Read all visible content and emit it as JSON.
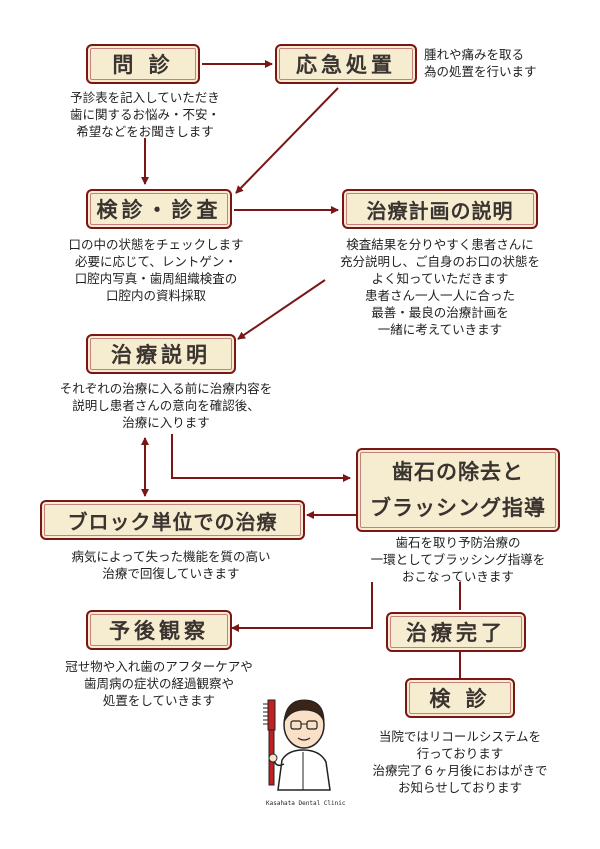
{
  "steps": {
    "monshin": {
      "label": "問 診",
      "desc": [
        "予診表を記入していただき",
        "歯に関するお悩み・不安・",
        "希望などをお聞きします"
      ]
    },
    "oukyu": {
      "label": "応急処置",
      "desc": [
        "腫れや痛みを取る",
        "為の処置を行います"
      ]
    },
    "kenshin": {
      "label": "検診・診査",
      "desc": [
        "口の中の状態をチェックします",
        "必要に応じて、レントゲン・",
        "口腔内写真・歯周組織検査の",
        "口腔内の資料採取"
      ]
    },
    "keikaku": {
      "label": "治療計画の説明",
      "desc": [
        "検査結果を分りやすく患者さんに",
        "充分説明し、ご自身のお口の状態を",
        "よく知っていただきます",
        "患者さん一人一人に合った",
        "最善・最良の治療計画を",
        "一緒に考えていきます"
      ]
    },
    "setsumei": {
      "label": "治療説明",
      "desc": [
        "それぞれの治療に入る前に治療内容を",
        "説明し患者さんの意向を確認後、",
        "治療に入ります"
      ]
    },
    "shiseki": {
      "label_lines": [
        "歯石の除去と",
        "ブラッシング指導"
      ],
      "desc": [
        "歯石を取り予防治療の",
        "一環としてブラッシング指導を",
        "おこなっていきます"
      ]
    },
    "block": {
      "label": "ブロック単位での治療",
      "desc": [
        "病気によって失った機能を質の高い",
        "治療で回復していきます"
      ]
    },
    "yogo": {
      "label": "予後観察",
      "desc": [
        "冠せ物や入れ歯のアフターケアや",
        "歯周病の症状の経過観察や",
        "処置をしていきます"
      ]
    },
    "kanryo": {
      "label": "治療完了"
    },
    "kenshin2": {
      "label": "検 診",
      "desc": [
        "当院ではリコールシステムを",
        "行っております",
        "治療完了６ヶ月後におはがきで",
        "お知らせしております"
      ]
    }
  },
  "mascot_caption": "Kasahata Dental Clinic",
  "colors": {
    "border": "#7a1616",
    "box_fill": "#f6ecd0",
    "arrow": "#7a1616",
    "text": "#3a3430"
  }
}
